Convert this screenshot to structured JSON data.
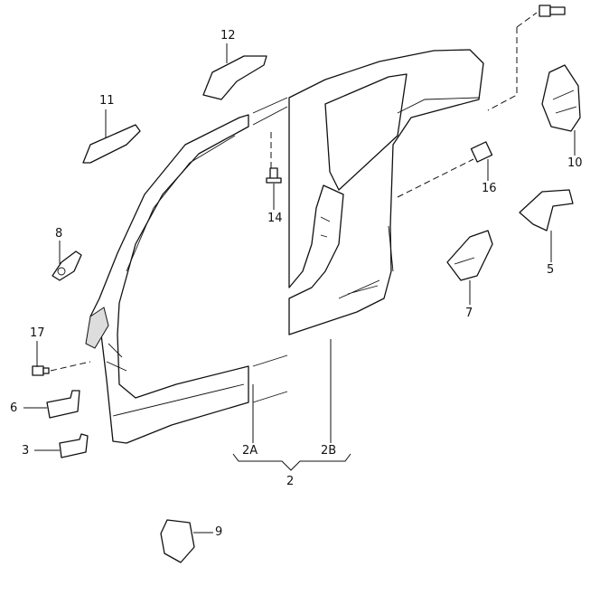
{
  "diagram": {
    "title": "",
    "callouts": [
      {
        "id": "12",
        "label": "12"
      },
      {
        "id": "11",
        "label": "11"
      },
      {
        "id": "8",
        "label": "8"
      },
      {
        "id": "17",
        "label": "17"
      },
      {
        "id": "6",
        "label": "6"
      },
      {
        "id": "3",
        "label": "3"
      },
      {
        "id": "9",
        "label": "9"
      },
      {
        "id": "14",
        "label": "14"
      },
      {
        "id": "16",
        "label": "16"
      },
      {
        "id": "10",
        "label": "10"
      },
      {
        "id": "5",
        "label": "5"
      },
      {
        "id": "7",
        "label": "7"
      },
      {
        "id": "2A",
        "label": "2A"
      },
      {
        "id": "2B",
        "label": "2B"
      },
      {
        "id": "2",
        "label": "2"
      }
    ]
  }
}
